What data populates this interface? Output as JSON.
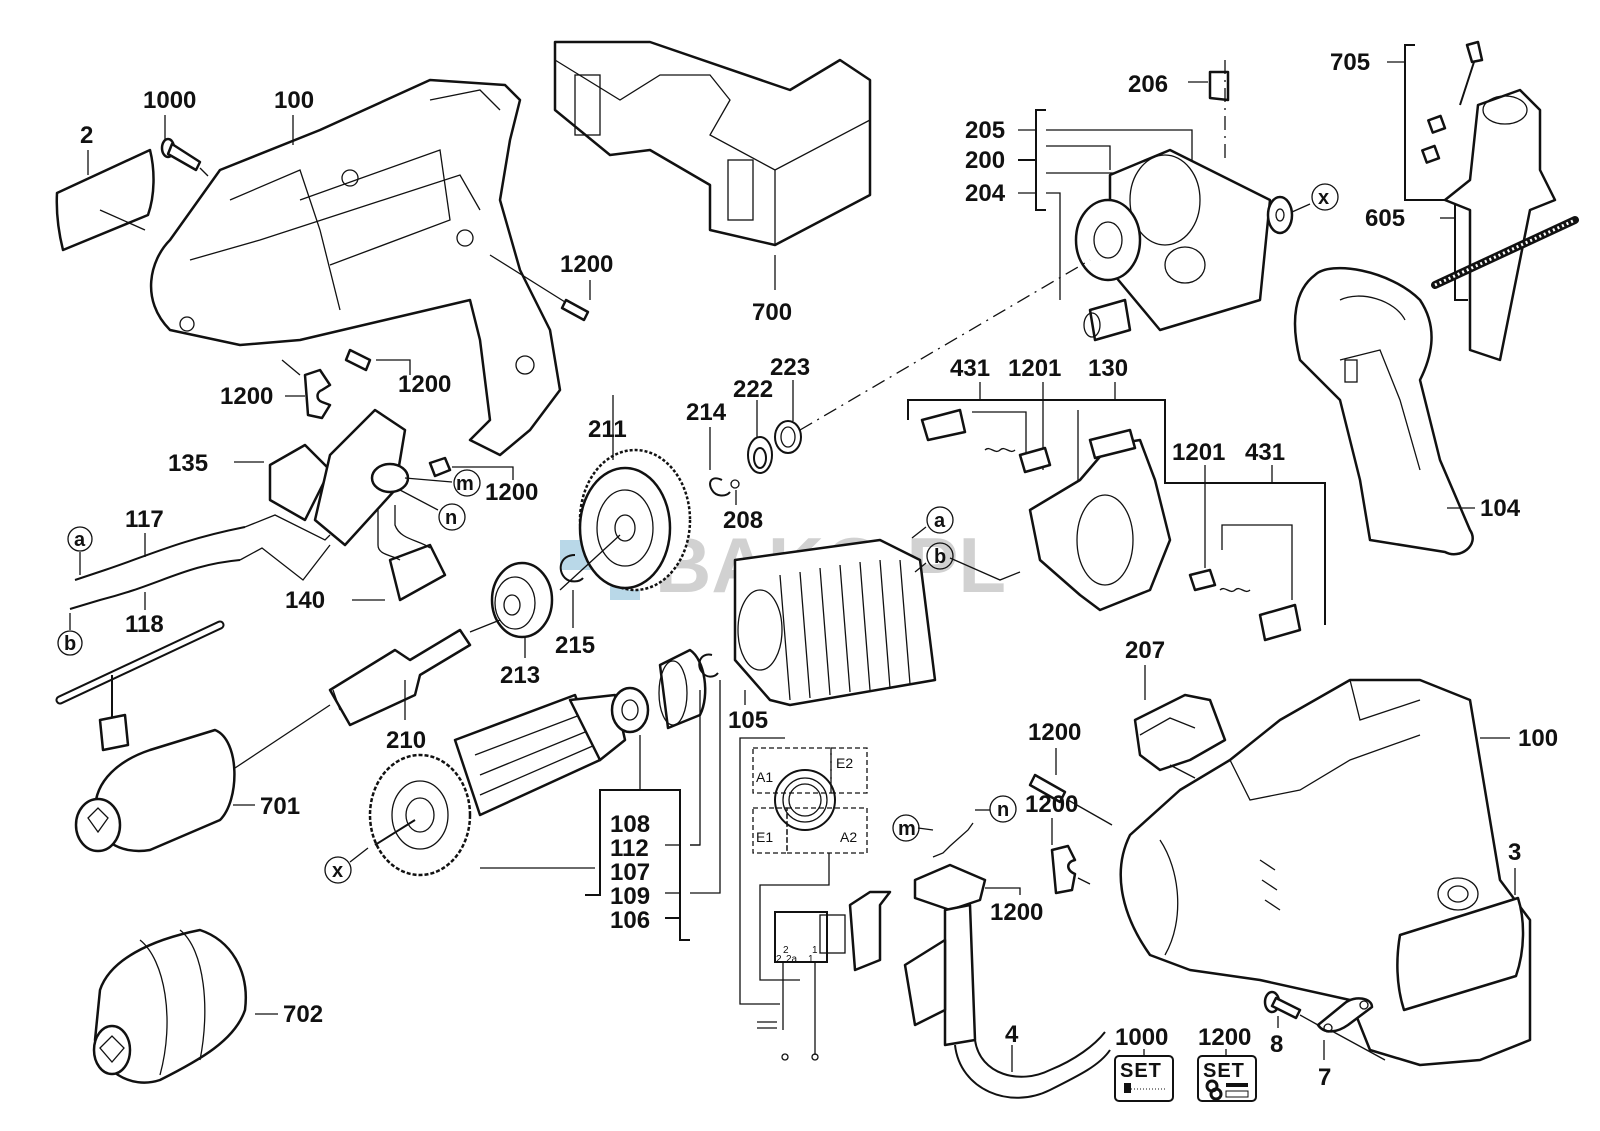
{
  "diagram": {
    "title": "Impact drill exploded parts diagram",
    "watermark": "BAKO.PL",
    "watermark_color": "#7fb8d6",
    "parts": {
      "p2": "2",
      "p1000": "1000",
      "p100_top": "100",
      "p1200_a": "1200",
      "p1200_b": "1200",
      "p1200_c": "1200",
      "p700": "700",
      "p206": "206",
      "p205": "205",
      "p200": "200",
      "p204": "204",
      "p705": "705",
      "p605": "605",
      "p104": "104",
      "p135": "135",
      "p1200_d": "1200",
      "p117": "117",
      "p118": "118",
      "p140": "140",
      "p211": "211",
      "p214": "214",
      "p222": "222",
      "p223": "223",
      "p208": "208",
      "p215": "215",
      "p213": "213",
      "p210": "210",
      "p431_a": "431",
      "p1201_a": "1201",
      "p130": "130",
      "p1201_b": "1201",
      "p431_b": "431",
      "p105": "105",
      "p701": "701",
      "p108": "108",
      "p112": "112",
      "p107": "107",
      "p109": "109",
      "p106": "106",
      "p702": "702",
      "p207": "207",
      "p100_bottom": "100",
      "p1200_e": "1200",
      "p1200_f": "1200",
      "p1200_g": "1200",
      "p3": "3",
      "p4": "4",
      "p8": "8",
      "p7": "7",
      "set1000": "1000",
      "set1200": "1200"
    },
    "connectors": {
      "a": "a",
      "b": "b",
      "m": "m",
      "n": "n",
      "x": "x"
    },
    "wiring": {
      "A1": "A1",
      "E2": "E2",
      "E1": "E1",
      "A2": "A2",
      "t2": "2",
      "t2b": "2",
      "t2a": "2a",
      "t1": "1",
      "t1b": "1"
    },
    "set_badge_text": "SET"
  }
}
